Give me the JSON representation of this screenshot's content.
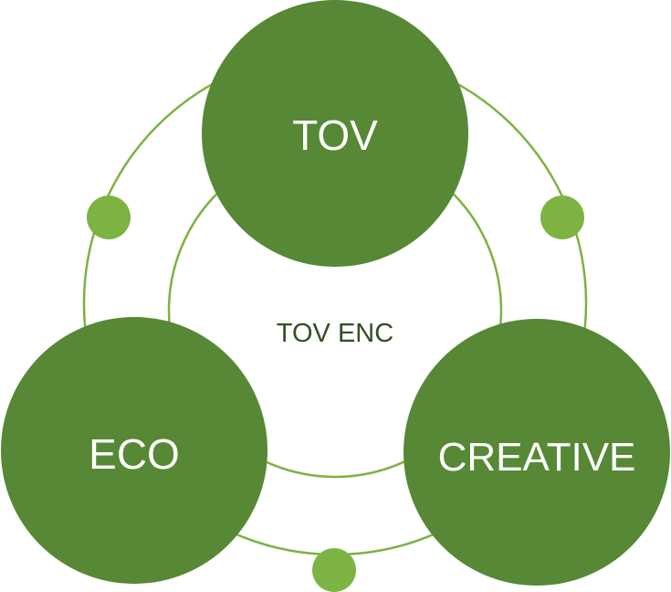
{
  "diagram": {
    "center_label": "TOV ENC",
    "nodes": [
      {
        "id": "tov",
        "label": "TOV"
      },
      {
        "id": "eco",
        "label": "ECO"
      },
      {
        "id": "creative",
        "label": "CREATIVE"
      }
    ]
  },
  "colors": {
    "node_fill": "#568835",
    "connector_fill": "#7cb342",
    "ring_stroke": "#7cb342",
    "center_text": "#2f4f23",
    "node_text": "#ffffff"
  }
}
